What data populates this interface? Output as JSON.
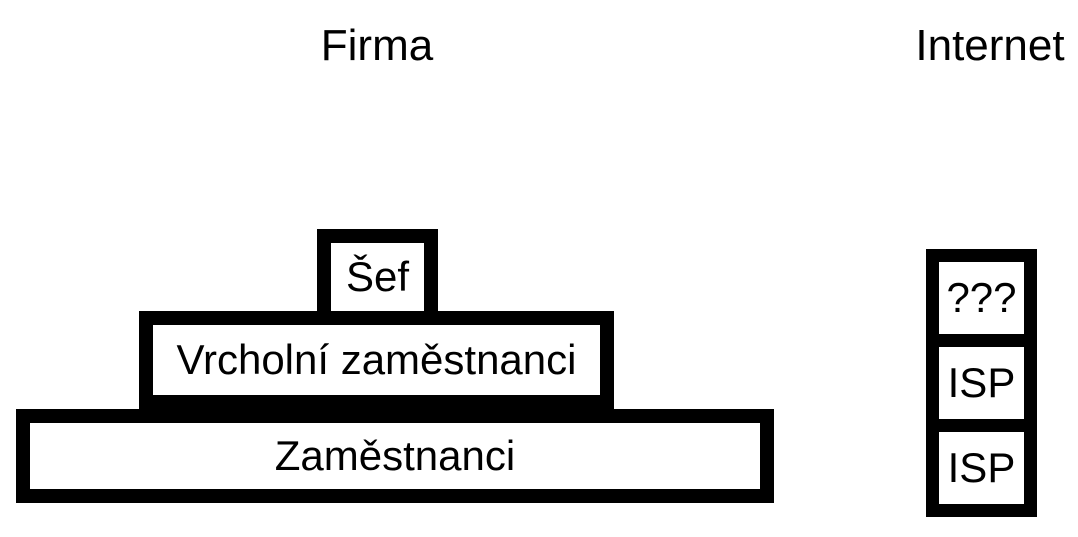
{
  "titles": {
    "firma": "Firma",
    "internet": "Internet"
  },
  "pyramid": {
    "levels": [
      {
        "label": "Šef"
      },
      {
        "label": "Vrcholní zaměstnanci"
      },
      {
        "label": "Zaměstnanci"
      }
    ]
  },
  "stack": {
    "items": [
      {
        "label": "???"
      },
      {
        "label": "ISP"
      },
      {
        "label": "ISP"
      }
    ]
  },
  "colors": {
    "line": "#000000",
    "fill": "#ffffff",
    "text": "#000000",
    "background": "#ffffff"
  }
}
